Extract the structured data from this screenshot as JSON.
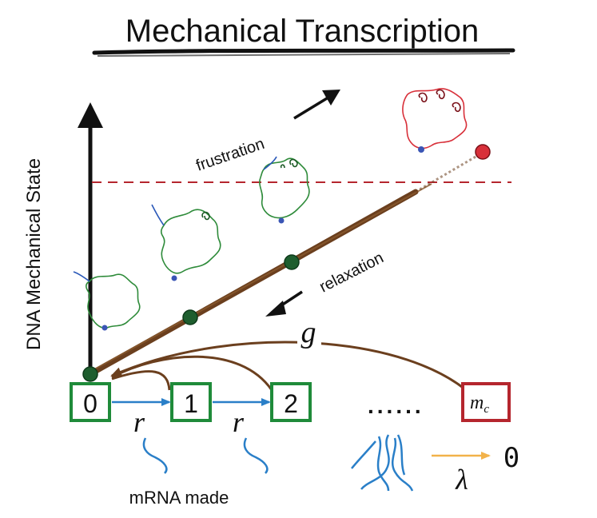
{
  "title": "Mechanical Transcription",
  "y_axis_label": "DNA  Mechanical State",
  "arrows": {
    "frustration": "frustration",
    "relaxation": "relaxation",
    "reset_rate": "g"
  },
  "states": [
    {
      "label": "0",
      "color": "#1f8b3a"
    },
    {
      "label": "1",
      "color": "#1f8b3a"
    },
    {
      "label": "2",
      "color": "#1f8b3a"
    },
    {
      "label": "m",
      "subscript": "c",
      "color": "#b5262e"
    }
  ],
  "transition_rate": "r",
  "ellipsis": "......",
  "mrna_label": "mRNA made",
  "degradation": {
    "rate": "λ",
    "product": "0"
  },
  "colors": {
    "dna_green": "#2e8b3a",
    "critical_red": "#d8303a",
    "threshold": "#b5262e",
    "track_brown": "#6b3f1e",
    "rate_blue": "#2a7fc8",
    "degradation_orange": "#f2b24a"
  }
}
